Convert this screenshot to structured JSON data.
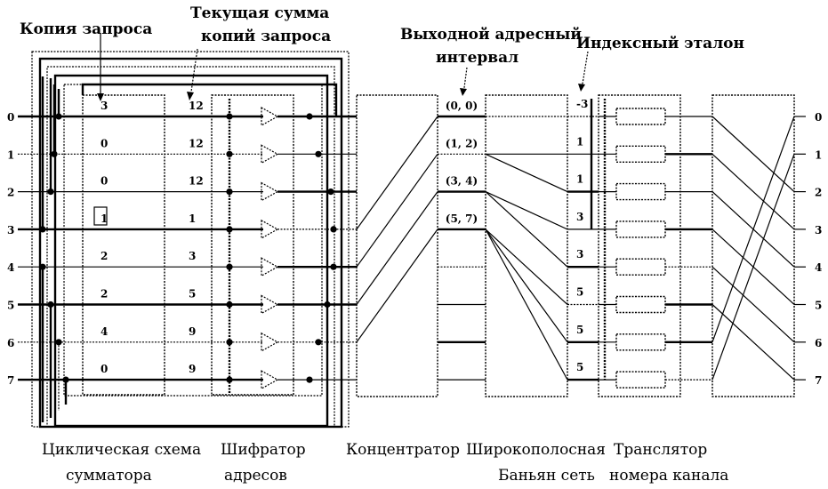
{
  "diagram": {
    "type": "block-diagram",
    "subject": "Banyan-based broadcast/copy switch with address assignment",
    "annotations": {
      "copy_request": "Копия запроса",
      "running_sum": [
        "Текущая сумма",
        "копий запроса"
      ],
      "output_address_interval": [
        "Выходной адресный",
        "интервал"
      ],
      "index_reference": "Индексный эталон"
    },
    "blocks": [
      {
        "id": "cyclic-adder",
        "caption": [
          "Циклическая схема",
          "сумматора"
        ]
      },
      {
        "id": "address-encoder",
        "caption": [
          "Шифратор",
          "адресов"
        ]
      },
      {
        "id": "concentrator",
        "caption": [
          "Концентратор"
        ]
      },
      {
        "id": "banyan",
        "caption": [
          "Широкополосная",
          "Баньян сеть"
        ]
      },
      {
        "id": "channel-translator",
        "caption": [
          "Транслятор",
          "номера канала"
        ]
      }
    ],
    "inputs": [
      "0",
      "1",
      "2",
      "3",
      "4",
      "5",
      "6",
      "7"
    ],
    "outputs": [
      "0",
      "1",
      "2",
      "3",
      "4",
      "5",
      "6",
      "7"
    ],
    "copy_requests": [
      "3",
      "0",
      "0",
      "1",
      "2",
      "2",
      "4",
      "0"
    ],
    "running_sums": [
      "12",
      "12",
      "12",
      "1",
      "3",
      "5",
      "9",
      "9"
    ],
    "address_intervals": [
      "(0, 0)",
      "(1, 2)",
      "(3, 4)",
      "(5, 7)"
    ],
    "index_references": [
      "-3",
      "1",
      "1",
      "3",
      "3",
      "5",
      "5",
      "5"
    ],
    "concentrator_map": [
      [
        3,
        0
      ],
      [
        4,
        1
      ],
      [
        5,
        2
      ],
      [
        6,
        3
      ]
    ],
    "banyan_map": [
      [
        0,
        0
      ],
      [
        1,
        1
      ],
      [
        1,
        2
      ],
      [
        2,
        3
      ],
      [
        2,
        4
      ],
      [
        3,
        5
      ],
      [
        3,
        6
      ],
      [
        3,
        7
      ]
    ],
    "translator_map": [
      [
        0,
        2
      ],
      [
        1,
        3
      ],
      [
        2,
        4
      ],
      [
        3,
        5
      ],
      [
        4,
        6
      ],
      [
        5,
        7
      ],
      [
        6,
        0
      ],
      [
        7,
        1
      ]
    ]
  }
}
